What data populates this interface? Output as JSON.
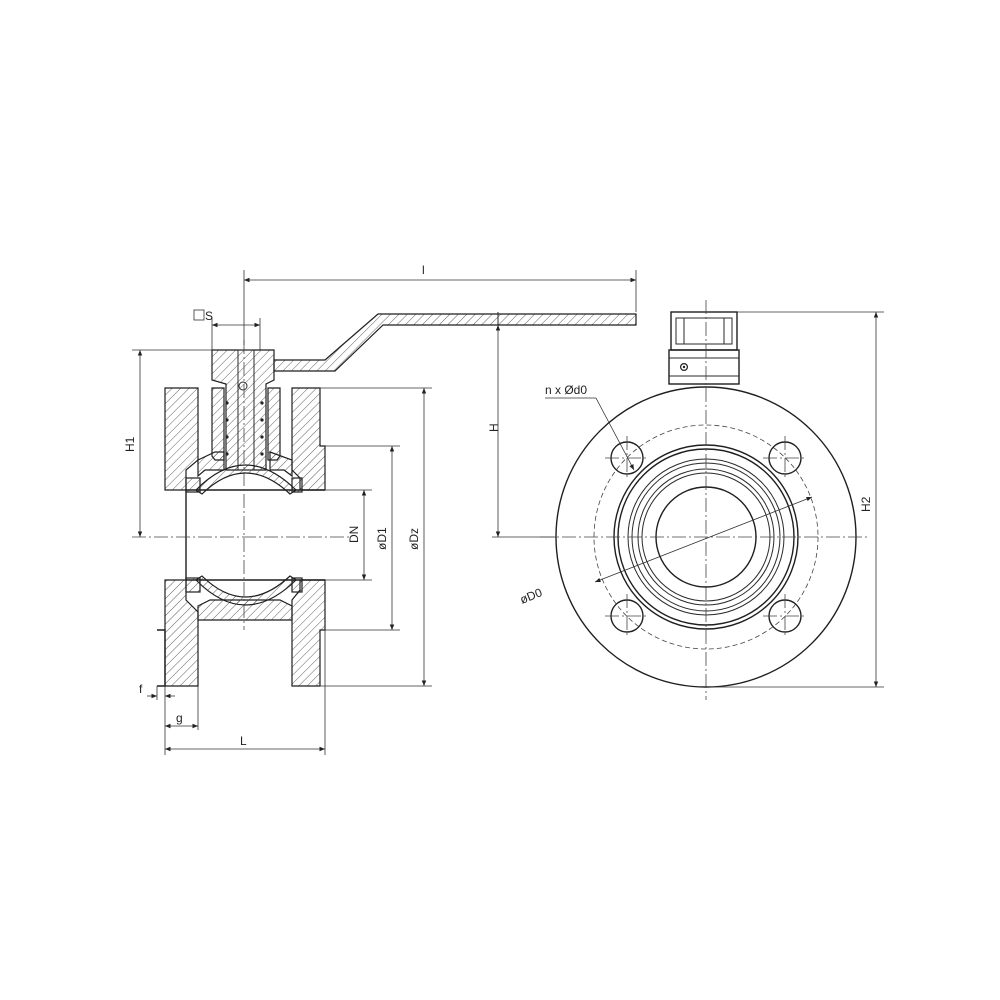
{
  "labels": {
    "lever_length": "l",
    "square_size": "S",
    "height_h1": "H1",
    "height_h": "H",
    "height_h2": "H2",
    "nominal_diameter": "DN",
    "diameter_d1": "øD1",
    "diameter_dz": "øDz",
    "bolt_holes": "n x Ød0",
    "bolt_circle": "øD0",
    "face_f": "f",
    "face_g": "g",
    "length_l": "L"
  }
}
